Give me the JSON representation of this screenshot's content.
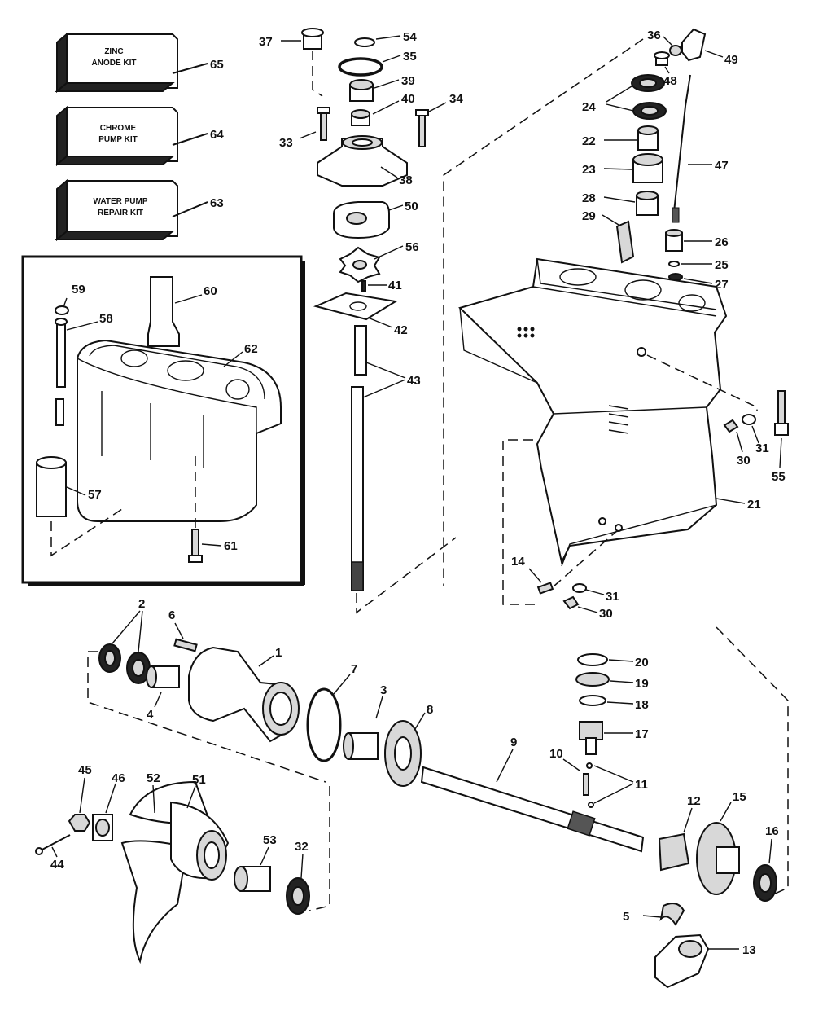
{
  "kits": [
    {
      "id": "zinc",
      "line1": "ZINC",
      "line2": "ANODE KIT",
      "number": "65"
    },
    {
      "id": "chrome",
      "line1": "CHROME",
      "line2": "PUMP KIT",
      "number": "64"
    },
    {
      "id": "waterpump",
      "line1": "WATER PUMP",
      "line2": "REPAIR KIT",
      "number": "63"
    }
  ],
  "parts": [
    "1",
    "2",
    "3",
    "4",
    "5",
    "6",
    "7",
    "8",
    "9",
    "10",
    "11",
    "12",
    "13",
    "14",
    "15",
    "16",
    "17",
    "18",
    "19",
    "20",
    "21",
    "22",
    "23",
    "24",
    "25",
    "26",
    "27",
    "28",
    "29",
    "30",
    "31",
    "32",
    "33",
    "34",
    "35",
    "36",
    "37",
    "38",
    "39",
    "40",
    "41",
    "42",
    "43",
    "44",
    "45",
    "46",
    "47",
    "48",
    "49",
    "50",
    "51",
    "52",
    "53",
    "54",
    "55",
    "56",
    "57",
    "58",
    "59",
    "60",
    "61",
    "62"
  ]
}
